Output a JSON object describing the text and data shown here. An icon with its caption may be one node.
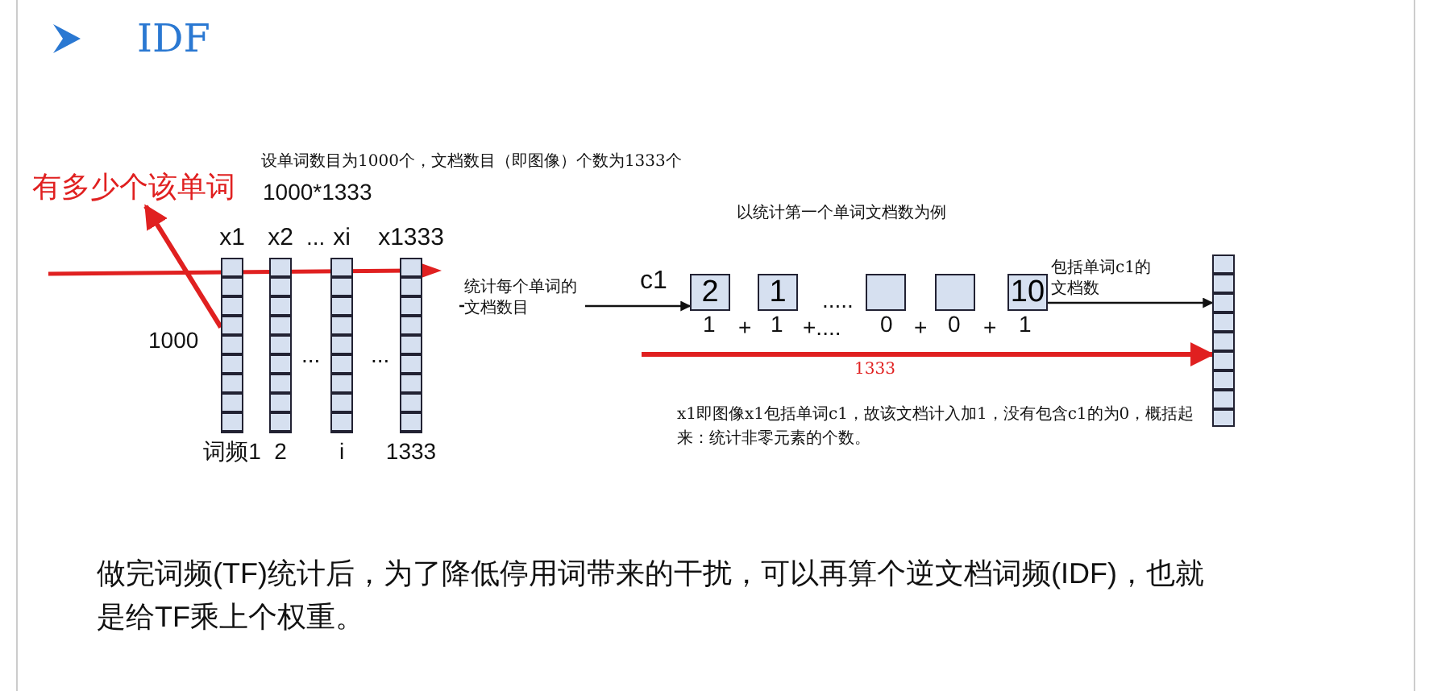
{
  "diagram": {
    "title": "IDF",
    "caption": "做完词频(TF)统计后，为了降低停用词带来的干扰，可以再算个逆文档词频(IDF)，也就是给TF乘上个权重。",
    "nodes": [
      {
        "text": [
          "有多少个该单词"
        ]
      },
      {
        "text": [
          "x1"
        ],
        "beside": [
          "词频1"
        ]
      },
      {
        "text": [
          "x2"
        ],
        "beside": [
          "2"
        ]
      },
      {
        "text": [
          "xi"
        ],
        "beside": [
          "i"
        ]
      },
      {
        "text": [
          "x1333"
        ],
        "beside": [
          "1333"
        ]
      },
      {
        "text": [
          "2"
        ]
      },
      {
        "text": [
          "1"
        ]
      },
      {
        "text": [],
        "shape": "box"
      },
      {
        "text": [],
        "shape": "box"
      },
      {
        "text": [
          "10"
        ]
      },
      {
        "text": [],
        "shape": "bar"
      }
    ],
    "edges": [
      {
        "from": 1,
        "to": 0,
        "arrow": "to",
        "color": "#e02020",
        "style": "thick"
      },
      {
        "from": null,
        "to": 5,
        "arrow": "to",
        "label": "统计每个单词的文档数目",
        "color": "#111111"
      },
      {
        "from": 9,
        "to": 10,
        "arrow": "to",
        "label": "包括单词c1的文档数",
        "color": "#111111"
      },
      {
        "from": null,
        "to": 10,
        "arrow": "to",
        "label": "1333",
        "color": "#e02020",
        "style": "thick"
      }
    ],
    "labels": [
      "设单词数目为1000个，文档数目（即图像）个数为1333个",
      "1000*1333",
      "...",
      "1000",
      "...",
      "...",
      "以统计第一个单词文档数为例",
      "c1",
      ".....",
      "1",
      "+",
      "1",
      "+....",
      "0",
      "+",
      "0",
      "+",
      "1",
      "x1即图像x1包括单词c1，故该文档计入加1，没有包含c1的为0，概括起来：统计非零元素的个数。"
    ]
  }
}
